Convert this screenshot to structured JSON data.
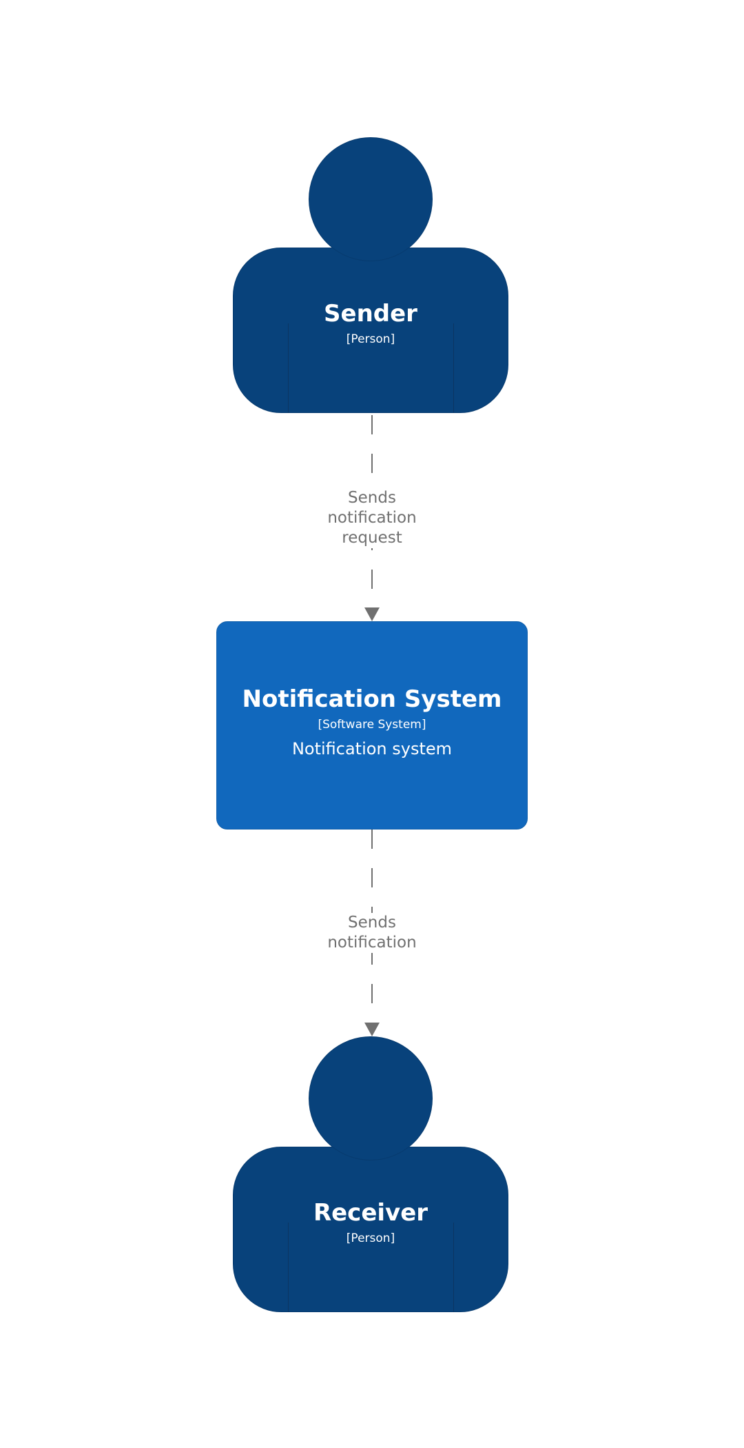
{
  "elements": {
    "sender": {
      "name": "Sender",
      "type": "[Person]"
    },
    "system": {
      "name": "Notification System",
      "type": "[Software System]",
      "description": "Notification system"
    },
    "receiver": {
      "name": "Receiver",
      "type": "[Person]"
    }
  },
  "relationships": [
    {
      "from": "Sender",
      "to": "Notification System",
      "label_lines": [
        "Sends",
        "notification",
        "request"
      ]
    },
    {
      "from": "Notification System",
      "to": "Receiver",
      "label_lines": [
        "Sends",
        "notification"
      ]
    }
  ],
  "colors": {
    "person": "#08427b",
    "software_system": "#1168bd",
    "relationship": "#707070"
  }
}
